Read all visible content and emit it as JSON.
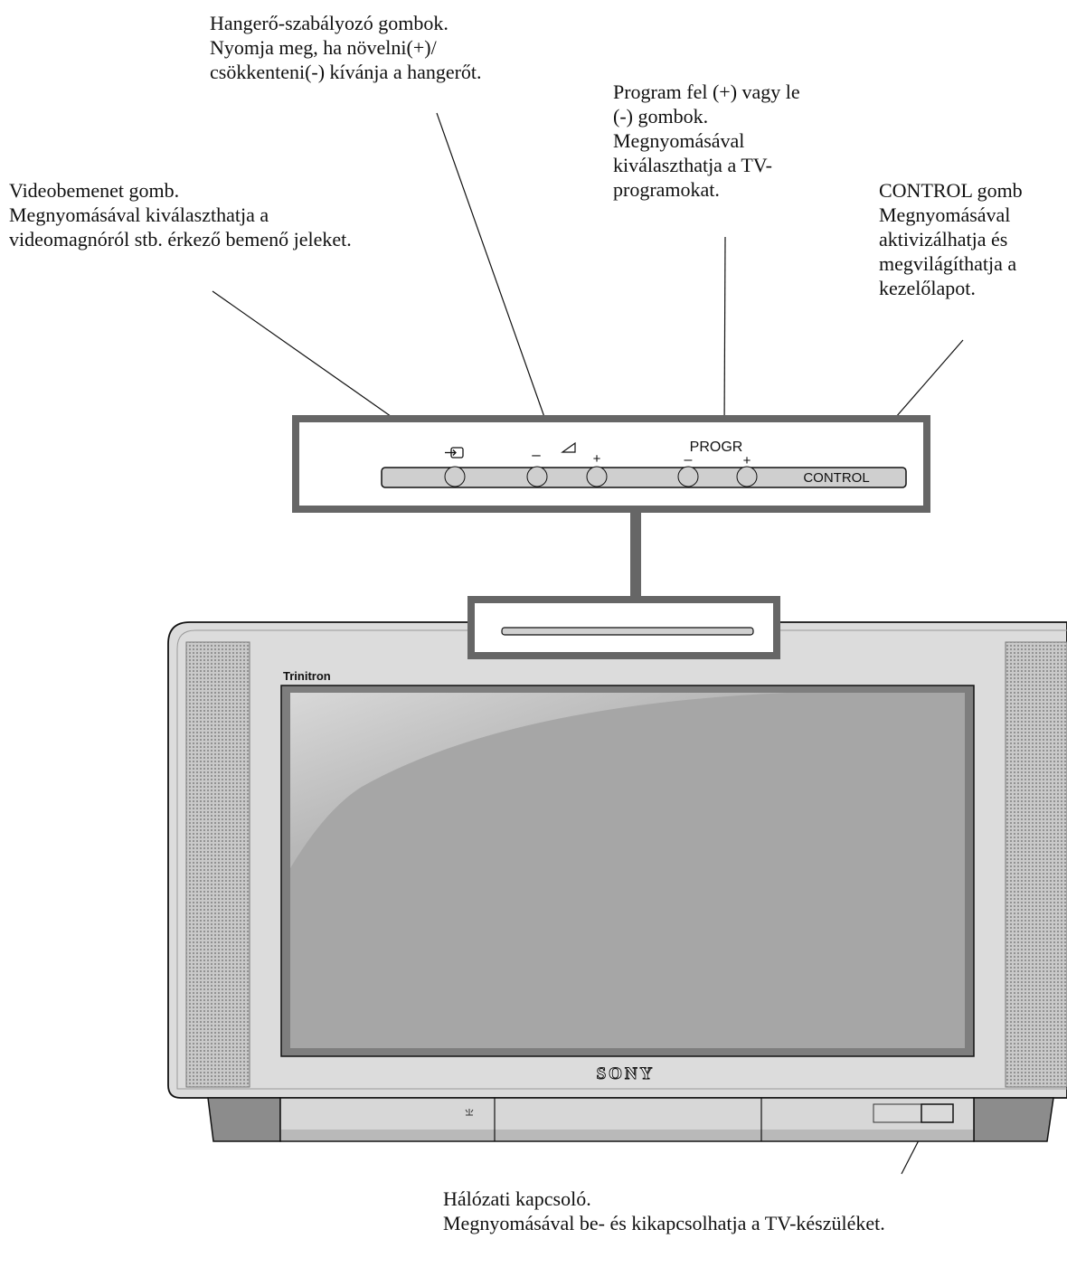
{
  "callouts": {
    "volume": {
      "lines": [
        "Hangerő-szabályozó gombok.",
        "Nyomja meg, ha növelni(+)/",
        "csökkenteni(-) kívánja a hangerőt."
      ]
    },
    "program": {
      "lines": [
        "Program fel (+) vagy le",
        "(-) gombok.",
        "Megnyomásával",
        "kiválaszthatja a TV-",
        "programokat."
      ]
    },
    "video_input": {
      "lines": [
        "Videobemenet gomb.",
        "Megnyomásával kiválaszthatja  a",
        "videomagnóról stb. érkező bemenő jeleket."
      ]
    },
    "control": {
      "lines": [
        "CONTROL gomb",
        "Megnyomásával",
        "aktivizálhatja és",
        "megvilágíthatja a",
        "kezelőlapot."
      ]
    },
    "power": {
      "lines": [
        "Hálózati kapcsoló.",
        "Megnyomásával be- és kikapcsolhatja a TV-készüléket."
      ]
    }
  },
  "panel": {
    "minus_1": "–",
    "plus_1": "+",
    "progr_label": "PROGR",
    "minus_2": "–",
    "plus_2": "+",
    "control_label": "CONTROL"
  },
  "tv": {
    "brand": "SONY",
    "trinitron": "Trinitron"
  },
  "icons": {
    "input": "input-icon",
    "volume": "volume-triangle-icon",
    "power_indicator": "standby-indicator-icon"
  },
  "colors": {
    "outline": "#111111",
    "panel_frame": "#666666",
    "tv_body": "#dcdcdc",
    "screen": "#a6a6a6",
    "speaker": "#bdbdbd"
  }
}
